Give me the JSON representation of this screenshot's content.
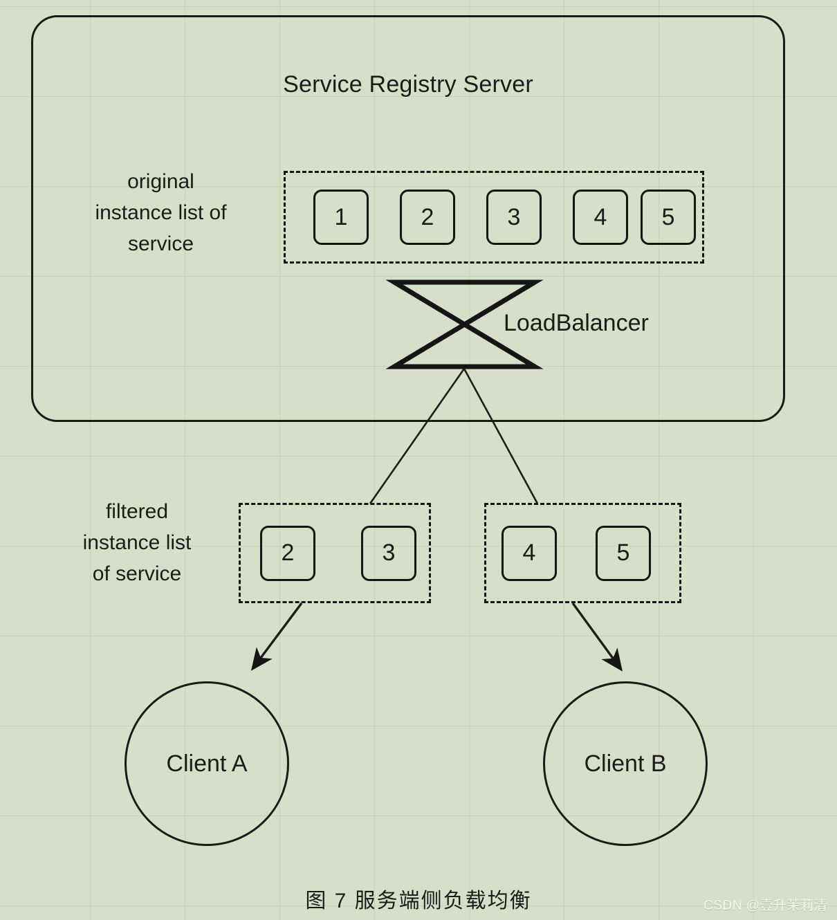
{
  "page": {
    "background_color": "#d6dfc7",
    "stroke_color": "#151515",
    "caption": "图 7 服务端侧负载均衡",
    "watermark": "CSDN @壹升茉莉清"
  },
  "server": {
    "title": "Service Registry Server"
  },
  "original_list": {
    "label": "original\ninstance list of\nservice",
    "instances": [
      "1",
      "2",
      "3",
      "4",
      "5"
    ]
  },
  "load_balancer": {
    "label": "LoadBalancer",
    "icon": "hourglass-bowtie-icon"
  },
  "filtered_lists": {
    "label": "filtered\ninstance list\nof service",
    "groups": [
      {
        "instances": [
          "2",
          "3"
        ]
      },
      {
        "instances": [
          "4",
          "5"
        ]
      }
    ]
  },
  "clients": [
    {
      "label": "Client A"
    },
    {
      "label": "Client B"
    }
  ],
  "connectors": [
    {
      "from": "load-balancer",
      "to": "filtered-list-a",
      "style": "thin-line"
    },
    {
      "from": "load-balancer",
      "to": "filtered-list-b",
      "style": "thin-line"
    },
    {
      "from": "filtered-list-a",
      "to": "client-a",
      "style": "arrow"
    },
    {
      "from": "filtered-list-b",
      "to": "client-b",
      "style": "arrow"
    }
  ]
}
